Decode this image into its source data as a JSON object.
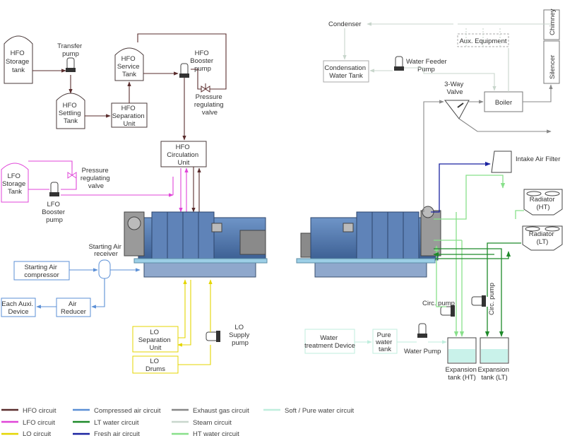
{
  "hfo": {
    "storage_tank": [
      "HFO",
      "Storage",
      "tank"
    ],
    "transfer_pump": [
      "Transfer",
      "pump"
    ],
    "settling_tank": [
      "HFO",
      "Settling",
      "Tank"
    ],
    "separation_unit": [
      "HFO",
      "Separation",
      "Unit"
    ],
    "service_tank": [
      "HFO",
      "Service",
      "Tank"
    ],
    "booster_pump": [
      "HFO",
      "Booster",
      "pump"
    ],
    "pressure_valve": [
      "Pressure",
      "regulating",
      "valve"
    ],
    "circulation_unit": [
      "HFO",
      "Circulation",
      "Unit"
    ]
  },
  "lfo": {
    "storage_tank": [
      "LFO",
      "Storage",
      "Tank"
    ],
    "booster_pump": [
      "LFO",
      "Booster",
      "pump"
    ],
    "pressure_valve": [
      "Pressure",
      "regulating",
      "valve"
    ]
  },
  "air": {
    "compressor": [
      "Starting Air",
      "compressor"
    ],
    "receiver": [
      "Starting Air",
      "receiver"
    ],
    "reducer": [
      "Air",
      "Reducer"
    ],
    "each_device": [
      "Each Auxi.",
      "Device"
    ]
  },
  "lo": {
    "separation_unit": [
      "LO",
      "Separation",
      "Unit"
    ],
    "drums": [
      "LO",
      "Drums"
    ],
    "supply_pump": [
      "LO",
      "Supply",
      "pump"
    ]
  },
  "steam": {
    "condenser": "Condenser",
    "aux_equipment": "Aux. Equipment",
    "chimney": "Chimney",
    "silencer": "Silencer",
    "condensation_tank": [
      "Condensation",
      "Water Tank"
    ],
    "water_feeder_pump": [
      "Water Feeder",
      "Pump"
    ],
    "three_way_valve": [
      "3-Way",
      "Valve"
    ],
    "boiler": "Boiler"
  },
  "cooling": {
    "intake_air_filter": "Intake Air Filter",
    "radiator_ht": [
      "Radiator",
      "(HT)"
    ],
    "radiator_lt": [
      "Radiator",
      "(LT)"
    ],
    "circ_pump_1": "Circ. pump",
    "circ_pump_2": "Circ. pump",
    "water_treatment": [
      "Water",
      "treatment Device"
    ],
    "pure_water_tank": [
      "Pure",
      "water",
      "tank"
    ],
    "water_pump": "Water Pump",
    "expansion_ht": [
      "Expansion",
      "tank (HT)"
    ],
    "expansion_lt": [
      "Expansion",
      "tank (LT)"
    ]
  },
  "legend": [
    {
      "label": "HFO circuit",
      "color": "#5a2d2d"
    },
    {
      "label": "LFO circuit",
      "color": "#e045d8"
    },
    {
      "label": "LO circuit",
      "color": "#e4d600"
    },
    {
      "label": "Compressed air circuit",
      "color": "#5b8fd6"
    },
    {
      "label": "LT water circuit",
      "color": "#1e8a2a"
    },
    {
      "label": "Fresh air circuit",
      "color": "#1a22a0"
    },
    {
      "label": "Exhaust gas circuit",
      "color": "#888888"
    },
    {
      "label": "Steam circuit",
      "color": "#c8d6cc"
    },
    {
      "label": "HT water circuit",
      "color": "#88e08a"
    },
    {
      "label": "Soft / Pure water circuit",
      "color": "#bfeedd"
    }
  ]
}
